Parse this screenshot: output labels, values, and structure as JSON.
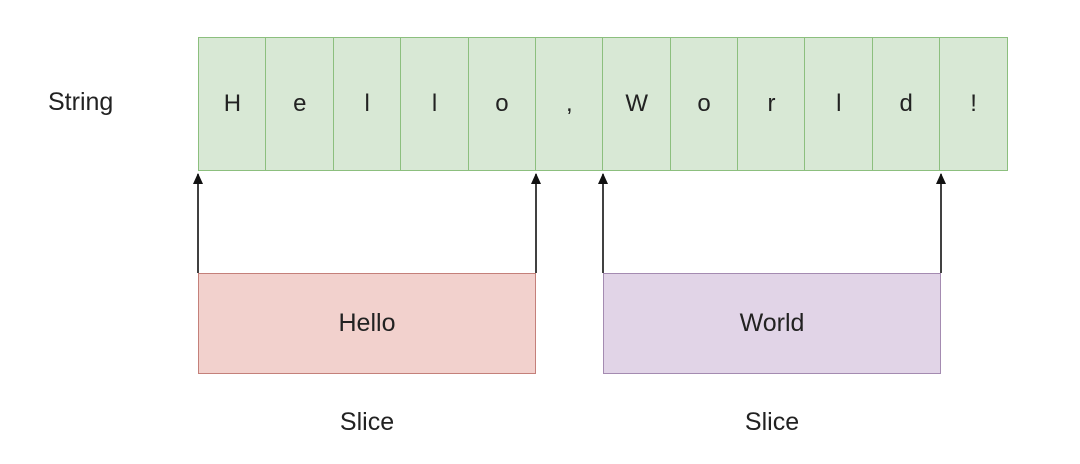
{
  "string_label": "String",
  "characters": [
    "H",
    "e",
    "l",
    "l",
    "o",
    ",",
    "W",
    "o",
    "r",
    "l",
    "d",
    "!"
  ],
  "slices": [
    {
      "text": "Hello",
      "caption": "Slice",
      "color": "#f2d1cd"
    },
    {
      "text": "World",
      "caption": "Slice",
      "color": "#e1d4e7"
    }
  ],
  "colors": {
    "cell_fill": "#d8e8d5",
    "cell_border": "#8cbf7e"
  }
}
